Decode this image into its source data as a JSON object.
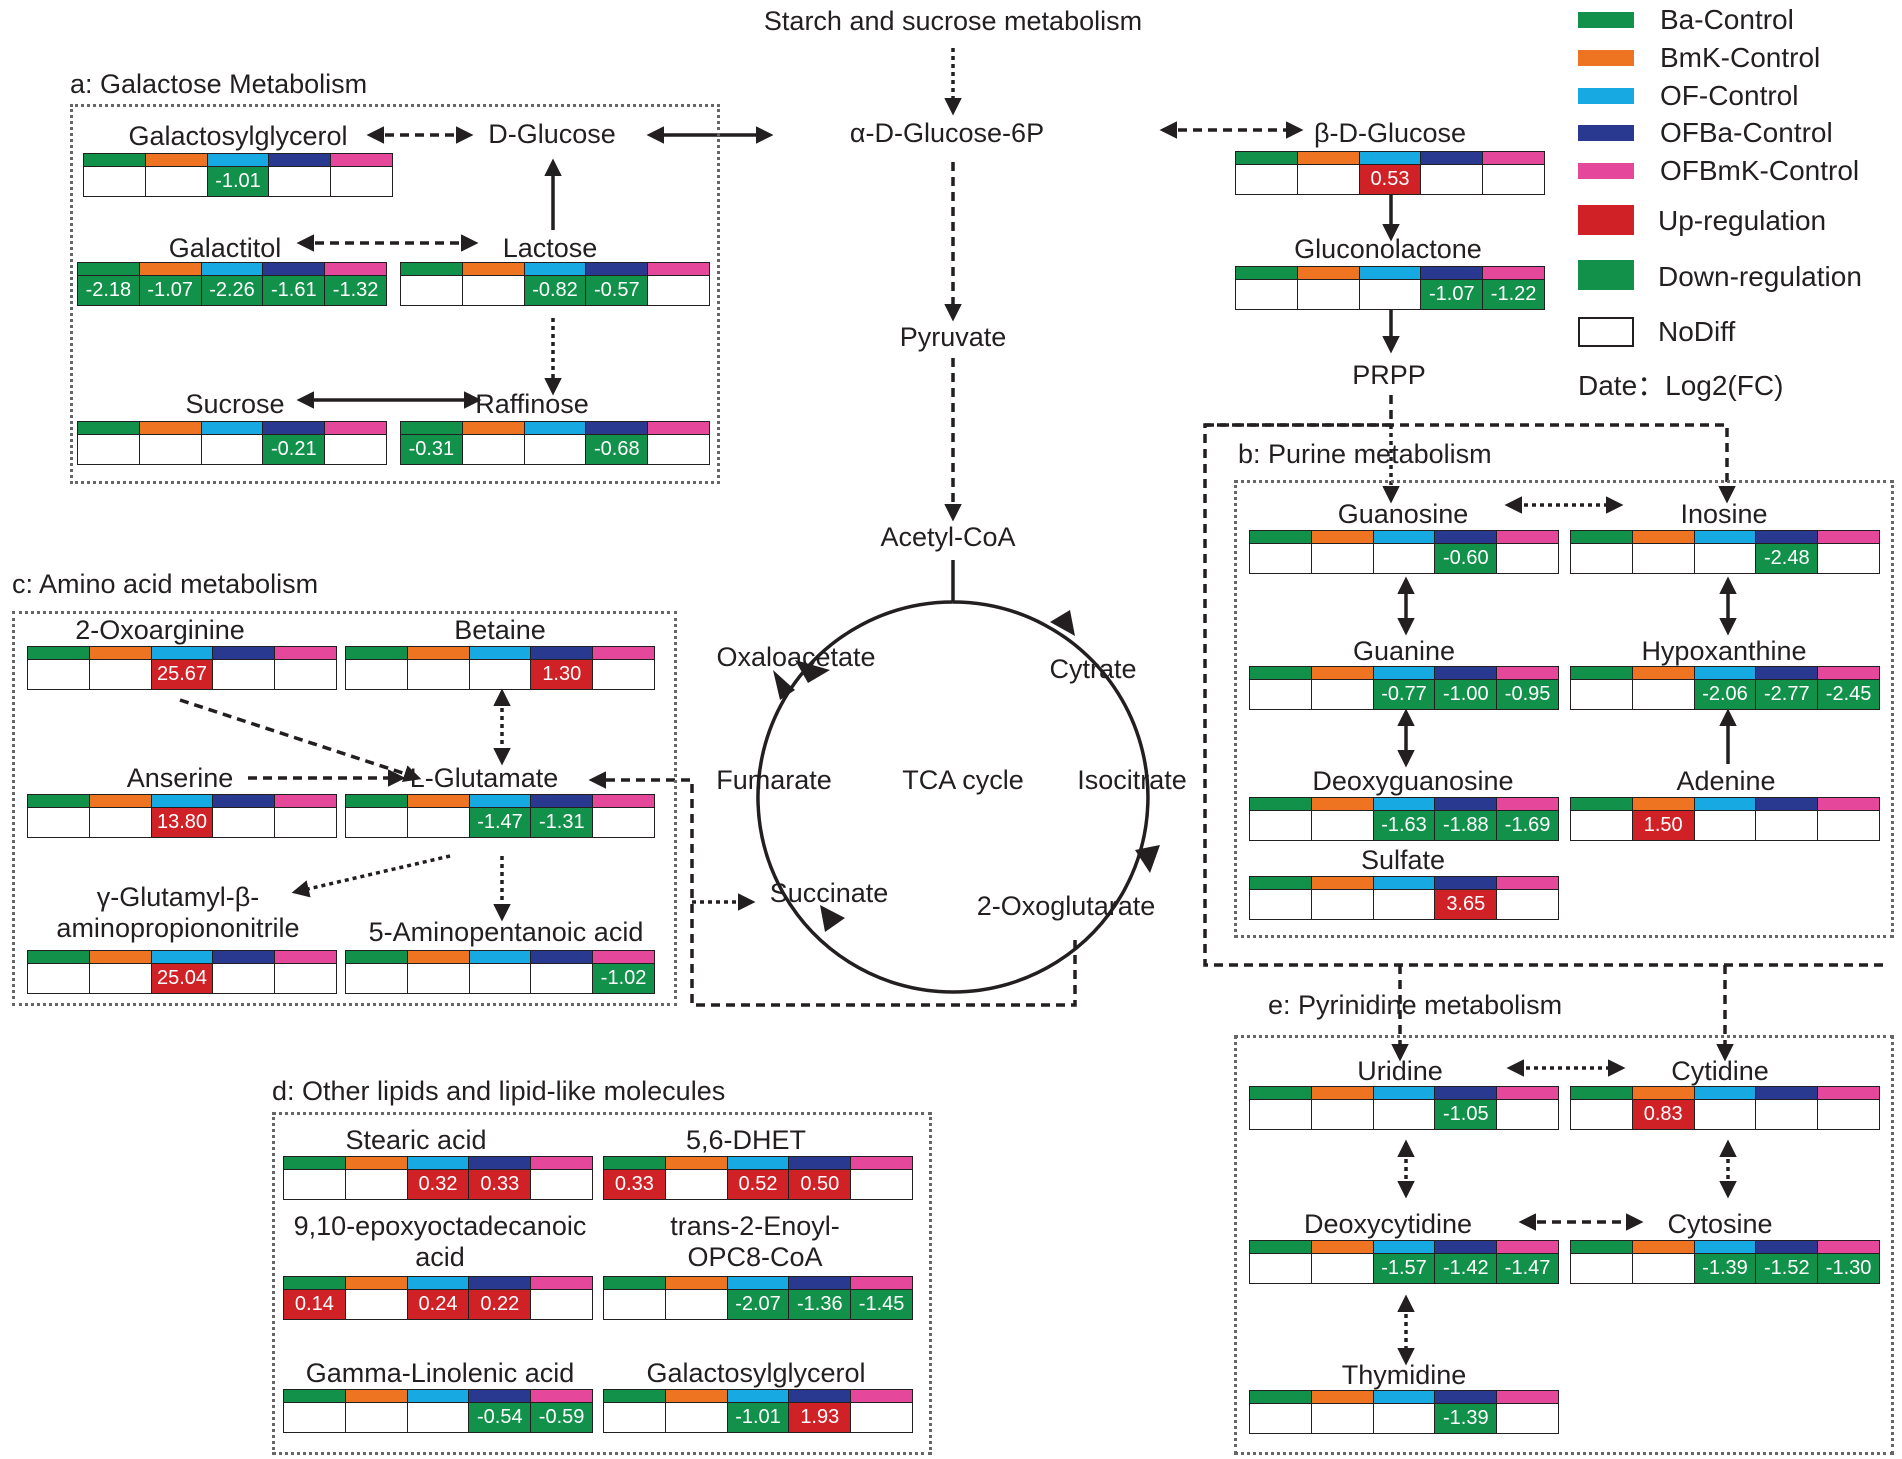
{
  "colors": {
    "ba": "#12914a",
    "bmk": "#ee7421",
    "of": "#17a9e1",
    "ofba": "#2a3990",
    "ofbmk": "#e5489a",
    "up": "#d02127",
    "down": "#12914a"
  },
  "legend": {
    "series": [
      {
        "label": "Ba-Control"
      },
      {
        "label": "BmK-Control"
      },
      {
        "label": "OF-Control"
      },
      {
        "label": "OFBa-Control"
      },
      {
        "label": "OFBmK-Control"
      }
    ],
    "up_label": "Up-regulation",
    "down_label": "Down-regulation",
    "nodiff_label": "NoDiff",
    "date_label": "Date：Log2(FC)"
  },
  "sections": {
    "a": "a: Galactose Metabolism",
    "b": "b: Purine metabolism",
    "c": "c: Amino acid metabolism",
    "d": "d: Other lipids and lipid-like molecules",
    "e": "e: Pyrinidine metabolism"
  },
  "pathway": {
    "starch": "Starch and sucrose metabolism",
    "g6p": "α-D-Glucose-6P",
    "bglucose": "β-D-Glucose",
    "pyruvate": "Pyruvate",
    "acetylcoa": "Acetyl-CoA",
    "prpp": "PRPP",
    "gluconolactone": "Gluconolactone",
    "tca": "TCA cycle",
    "oxaloacetate": "Oxaloacetate",
    "cytrate": "Cytrate",
    "isocitrate": "Isocitrate",
    "oxoglutarate": "2-Oxoglutarate",
    "succinate": "Succinate",
    "fumarate": "Fumarate"
  },
  "metabolites": [
    {
      "name": "Galactosylglycerol",
      "values": [
        "",
        "",
        "-1.01",
        "",
        ""
      ]
    },
    {
      "name": "D-Glucose",
      "values": null
    },
    {
      "name": "Galactitol",
      "values": [
        "-2.18",
        "-1.07",
        "-2.26",
        "-1.61",
        "-1.32"
      ]
    },
    {
      "name": "Lactose",
      "values": [
        "",
        "",
        "-0.82",
        "-0.57",
        ""
      ]
    },
    {
      "name": "Sucrose",
      "values": [
        "",
        "",
        "",
        "-0.21",
        ""
      ]
    },
    {
      "name": "Raffinose",
      "values": [
        "-0.31",
        "",
        "",
        "-0.68",
        ""
      ]
    },
    {
      "name": "β-D-Glucose",
      "values": [
        "",
        "",
        "0.53",
        "",
        ""
      ]
    },
    {
      "name": "Gluconolactone",
      "values": [
        "",
        "",
        "",
        "-1.07",
        "-1.22"
      ]
    },
    {
      "name": "Guanosine",
      "values": [
        "",
        "",
        "",
        "-0.60",
        ""
      ]
    },
    {
      "name": "Inosine",
      "values": [
        "",
        "",
        "",
        "-2.48",
        ""
      ]
    },
    {
      "name": "Guanine",
      "values": [
        "",
        "",
        "-0.77",
        "-1.00",
        "-0.95"
      ]
    },
    {
      "name": "Hypoxanthine",
      "values": [
        "",
        "",
        "-2.06",
        "-2.77",
        "-2.45"
      ]
    },
    {
      "name": "Deoxyguanosine",
      "values": [
        "",
        "",
        "-1.63",
        "-1.88",
        "-1.69"
      ]
    },
    {
      "name": "Adenine",
      "values": [
        "",
        "1.50",
        "",
        "",
        ""
      ]
    },
    {
      "name": "Sulfate",
      "values": [
        "",
        "",
        "",
        "3.65",
        ""
      ]
    },
    {
      "name": "2-Oxoarginine",
      "values": [
        "",
        "",
        "25.67",
        "",
        ""
      ]
    },
    {
      "name": "Betaine",
      "values": [
        "",
        "",
        "",
        "1.30",
        ""
      ]
    },
    {
      "name": "Anserine",
      "values": [
        "",
        "",
        "13.80",
        "",
        ""
      ]
    },
    {
      "name": "L-Glutamate",
      "values": [
        "",
        "",
        "-1.47",
        "-1.31",
        ""
      ]
    },
    {
      "name": "γ-Glutamyl-β-aminopropiononitrile",
      "values": [
        "",
        "",
        "25.04",
        "",
        ""
      ]
    },
    {
      "name": "5-Aminopentanoic acid",
      "values": [
        "",
        "",
        "",
        "",
        "-1.02"
      ]
    },
    {
      "name": "Stearic acid",
      "values": [
        "",
        "",
        "0.32",
        "0.33",
        ""
      ]
    },
    {
      "name": "5,6-DHET",
      "values": [
        "0.33",
        "",
        "0.52",
        "0.50",
        ""
      ]
    },
    {
      "name": "9,10-epoxyoctadecanoic acid",
      "values": [
        "0.14",
        "",
        "0.24",
        "0.22",
        ""
      ]
    },
    {
      "name": "trans-2-Enoyl-OPC8-CoA",
      "values": [
        "",
        "",
        "-2.07",
        "-1.36",
        "-1.45"
      ]
    },
    {
      "name": "Gamma-Linolenic acid",
      "values": [
        "",
        "",
        "",
        "-0.54",
        "-0.59"
      ]
    },
    {
      "name": "Galactosylglycerol",
      "values": [
        "",
        "",
        "-1.01",
        "1.93",
        ""
      ]
    },
    {
      "name": "Uridine",
      "values": [
        "",
        "",
        "",
        "-1.05",
        ""
      ]
    },
    {
      "name": "Cytidine",
      "values": [
        "",
        "0.83",
        "",
        "",
        ""
      ]
    },
    {
      "name": "Deoxycytidine",
      "values": [
        "",
        "",
        "-1.57",
        "-1.42",
        "-1.47"
      ]
    },
    {
      "name": "Cytosine",
      "values": [
        "",
        "",
        "-1.39",
        "-1.52",
        "-1.30"
      ]
    },
    {
      "name": "Thymidine",
      "values": [
        "",
        "",
        "",
        "-1.39",
        ""
      ]
    }
  ]
}
